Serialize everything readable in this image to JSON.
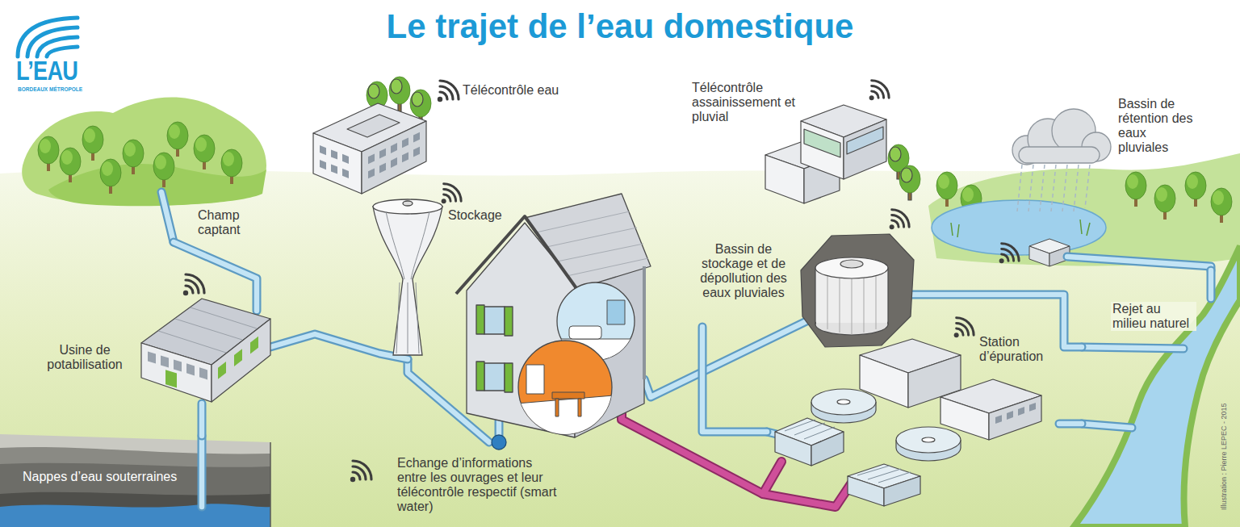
{
  "diagram": {
    "title": "Le trajet de l’eau domestique",
    "nodes": [
      {
        "text": [
          "Champ captant"
        ]
      },
      {
        "text": [
          "Télécontrôle eau"
        ]
      },
      {
        "text": [
          "Stockage"
        ]
      },
      {
        "text": [
          "Télécontrôle assainissement et pluvial"
        ]
      },
      {
        "text": [
          "Bassin de rétention des eaux pluviales"
        ]
      },
      {
        "text": [
          "Usine de potabilisation"
        ]
      },
      {
        "text": [
          "Bassin de stockage et de dépollution des eaux pluviales"
        ]
      },
      {
        "text": [
          "Station d’épuration"
        ]
      },
      {
        "text": [
          "Rejet au milieu naturel"
        ]
      },
      {
        "text": [
          "Nappes d’eau souterraines"
        ]
      }
    ],
    "edges": [
      {
        "from": 0,
        "to": 5,
        "arrow": "none"
      },
      {
        "from": 9,
        "to": 5,
        "arrow": "none"
      },
      {
        "from": 5,
        "to": 2,
        "arrow": "none"
      },
      {
        "from": 6,
        "to": 7,
        "arrow": "none"
      },
      {
        "from": 6,
        "to": 8,
        "arrow": "none"
      },
      {
        "from": 7,
        "to": 8,
        "arrow": "none"
      },
      {
        "from": 4,
        "to": 8,
        "arrow": "none"
      }
    ],
    "labels": [
      "L’EAU",
      "BORDEAUX MÉTROPOLE",
      "Illustration : Pierre LEPEC - 2015"
    ],
    "legend": [
      {
        "text": "Echange d’informations entre les ouvrages et leur télécontrôle respectif (smart water)"
      }
    ]
  }
}
